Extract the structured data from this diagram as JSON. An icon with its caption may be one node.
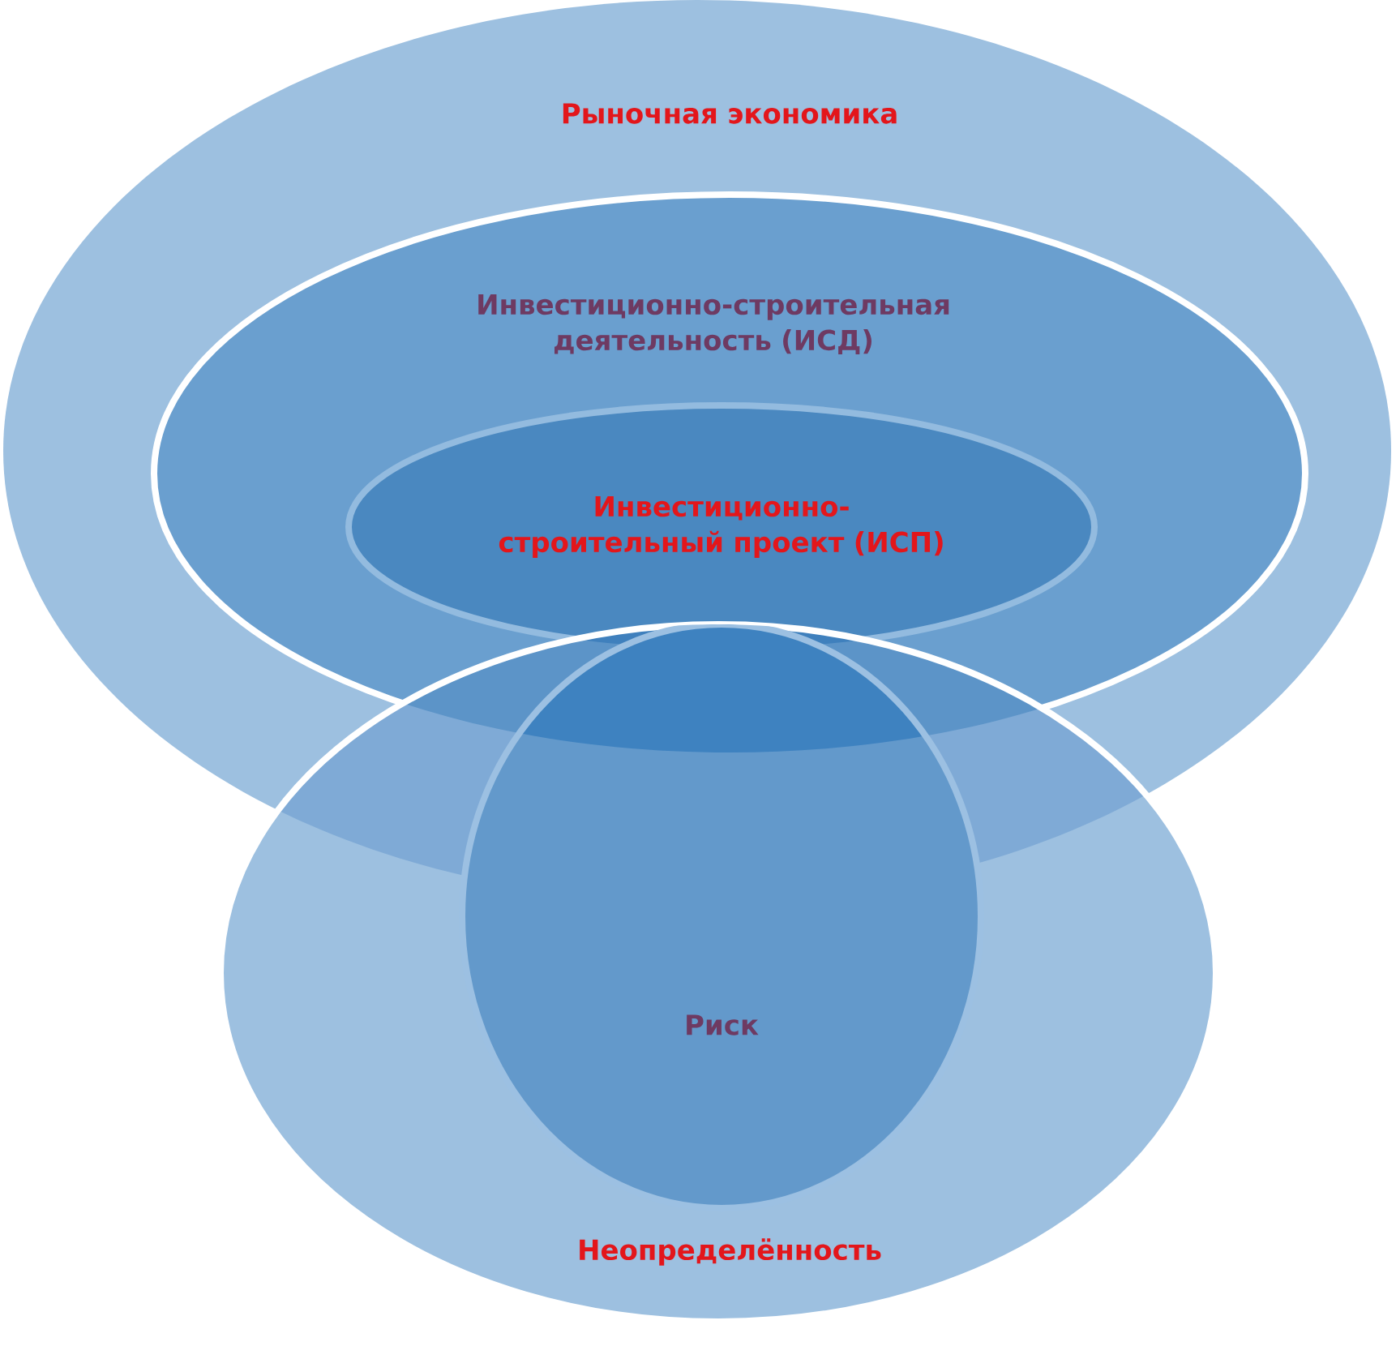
{
  "diagram": {
    "nodes": [
      {
        "text": [
          "Рыночная экономика"
        ]
      },
      {
        "text": [
          "Инвестиционно-строительная деятельность (ИСД)"
        ],
        "in": 0
      },
      {
        "text": [
          "Инвестиционно-строительный проект (ИСП)"
        ],
        "in": 1
      },
      {
        "text": [
          "Неопределённость"
        ]
      },
      {
        "text": [
          "Риск"
        ],
        "in": 3
      }
    ]
  }
}
